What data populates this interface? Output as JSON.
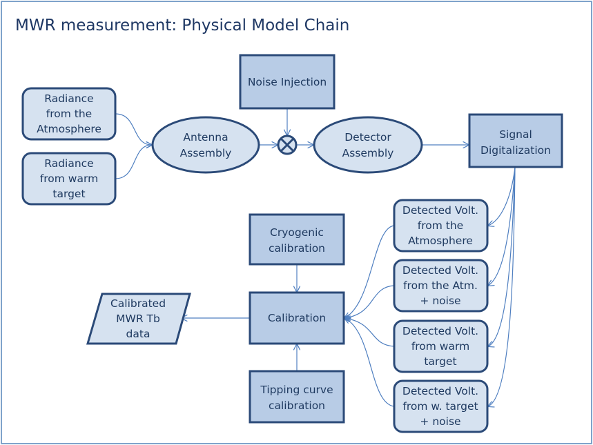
{
  "title": "MWR measurement: Physical Model Chain",
  "colors": {
    "frame": "#7fa3cb",
    "box_fill_light": "#d6e2f0",
    "box_fill_dark": "#b8cce6",
    "border": "#2b4a78",
    "text": "#1f3a60",
    "connector": "#4f7fc0"
  },
  "nodes": {
    "radiance_atm": {
      "lines": [
        "Radiance",
        "from the",
        "Atmosphere"
      ]
    },
    "radiance_warm": {
      "lines": [
        "Radiance",
        "from warm",
        "target"
      ]
    },
    "antenna": {
      "lines": [
        "Antenna",
        "Assembly"
      ]
    },
    "noise_injection": {
      "lines": [
        "Noise Injection"
      ]
    },
    "mixer": {
      "icon": "circle-x-icon"
    },
    "detector": {
      "lines": [
        "Detector",
        "Assembly"
      ]
    },
    "signal": {
      "lines": [
        "Signal",
        "Digitalization"
      ]
    },
    "dv_atm": {
      "lines": [
        "Detected Volt.",
        "from the",
        "Atmosphere"
      ]
    },
    "dv_atm_noise": {
      "lines": [
        "Detected Volt.",
        "from the Atm.",
        "+ noise"
      ]
    },
    "dv_warm": {
      "lines": [
        "Detected Volt.",
        "from warm",
        "target"
      ]
    },
    "dv_warm_noise": {
      "lines": [
        "Detected Volt.",
        "from w. target",
        "+ noise"
      ]
    },
    "cryogenic": {
      "lines": [
        "Cryogenic",
        "calibration"
      ]
    },
    "calibration": {
      "lines": [
        "Calibration"
      ]
    },
    "tipping": {
      "lines": [
        "Tipping curve",
        "calibration"
      ]
    },
    "calibrated": {
      "lines": [
        "Calibrated",
        "MWR Tb",
        "data"
      ]
    }
  }
}
